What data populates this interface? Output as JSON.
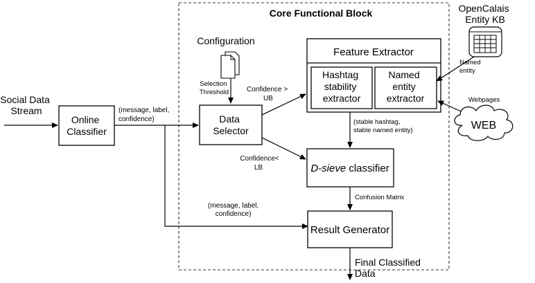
{
  "core_block": {
    "title": "Core Functional Block"
  },
  "input": {
    "label_line1": "Social Data",
    "label_line2": "Stream"
  },
  "online_classifier": {
    "line1": "Online",
    "line2": "Classifier"
  },
  "msg_label_conf_1": {
    "line1": "(message, label,",
    "line2": "confidence)"
  },
  "msg_label_conf_2": {
    "line1": "(message, label,",
    "line2": "confidence)"
  },
  "configuration": {
    "label": "Configuration"
  },
  "selection_threshold": {
    "line1": "Selection",
    "line2": "Threshold"
  },
  "data_selector": {
    "line1": "Data",
    "line2": "Selector"
  },
  "confidence_ub": {
    "line1": "Confidence >",
    "line2": "UB"
  },
  "confidence_lb": {
    "line1": "Confidence",
    "line2": "<",
    "line3": "LB"
  },
  "feature_extractor": {
    "title": "Feature Extractor"
  },
  "hashtag_extractor": {
    "line1": "Hashtag",
    "line2": "stability",
    "line3": "extractor"
  },
  "named_entity_extractor": {
    "line1": "Named",
    "line2": "entity",
    "line3": "extractor"
  },
  "opencalais": {
    "line1": "OpenCalais",
    "line2": "Entity KB"
  },
  "named_entity_label": {
    "line1": "Named",
    "line2": "entity"
  },
  "webpages_label": "Webpages",
  "web_cloud": "WEB",
  "stable_label": {
    "line1": "(stable hashtag,",
    "line2": "stable named entity)"
  },
  "dsieve": {
    "italic": "D-sieve",
    "rest": " classifier"
  },
  "confusion_matrix": "Confusion Matrix",
  "result_generator": "Result Generator",
  "final_output": {
    "line1": "Final Classified",
    "line2": "Data"
  }
}
